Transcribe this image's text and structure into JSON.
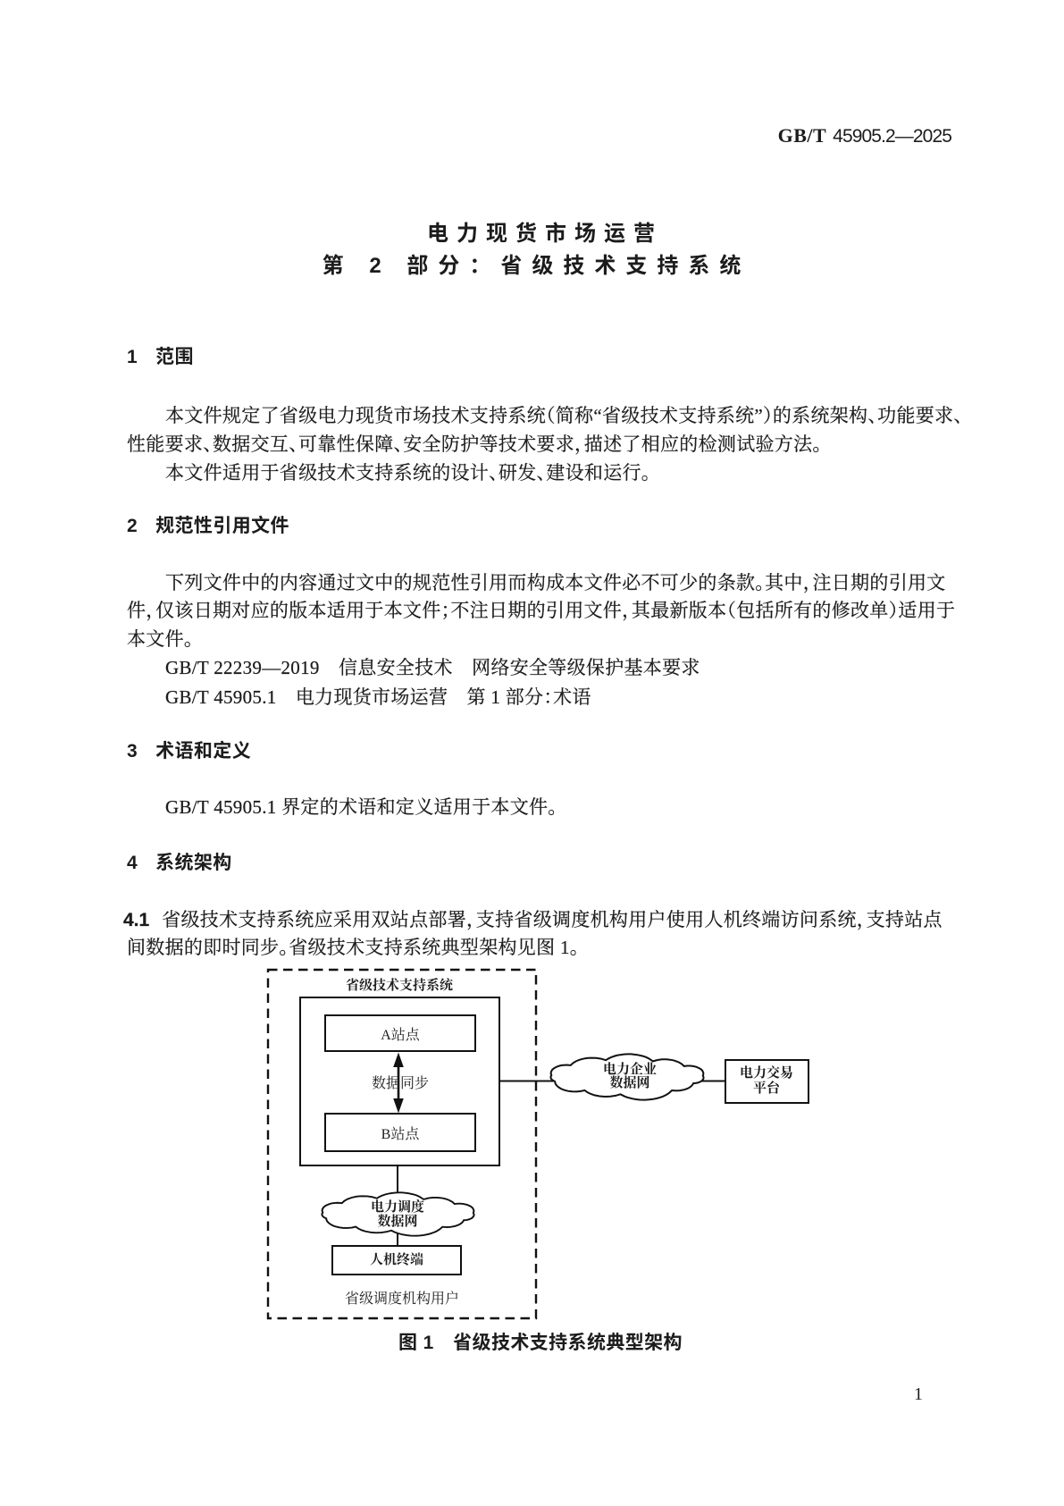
{
  "document": {
    "standard_code_prefix": "GB/T",
    "standard_code_number": "45905.2—2025",
    "page_number": "1",
    "title_line1": "电力现货市场运营",
    "title_line2": "第 2 部分：省级技术支持系统"
  },
  "sections": [
    {
      "number": "1",
      "heading": "范围",
      "lines": [
        {
          "text": "本文件规定了省级电力现货市场技术支持系统（简称“省级技术支持系统”）的系统架构、功能要求、"
        },
        {
          "text": "性能要求、数据交互、可靠性保障、安全防护等技术要求，描述了相应的检测试验方法。"
        },
        {
          "text": "本文件适用于省级技术支持系统的设计、研发、建设和运行。"
        }
      ]
    },
    {
      "number": "2",
      "heading": "规范性引用文件",
      "lines": [
        {
          "text": "下列文件中的内容通过文中的规范性引用而构成本文件必不可少的条款。其中，注日期的引用文"
        },
        {
          "text": "件，仅该日期对应的版本适用于本文件；不注日期的引用文件，其最新版本（包括所有的修改单）适用于"
        },
        {
          "text": "本文件。"
        },
        {
          "text": "GB/T 22239—2019　信息安全技术　网络安全等级保护基本要求"
        },
        {
          "text": "GB/T 45905.1　电力现货市场运营　第 1 部分：术语"
        }
      ]
    },
    {
      "number": "3",
      "heading": "术语和定义",
      "lines": [
        {
          "text": "GB/T 45905.1 界定的术语和定义适用于本文件。"
        }
      ]
    },
    {
      "number": "4",
      "heading": "系统架构",
      "lines": []
    }
  ],
  "clause41": {
    "number": "4.1",
    "line1": "省级技术支持系统应采用双站点部署，支持省级调度机构用户使用人机终端访问系统，支持站点",
    "line2": "间数据的即时同步。省级技术支持系统典型架构见图 1。"
  },
  "figure": {
    "caption": "图 1　省级技术支持系统典型架构",
    "system_label": "省级技术支持系统",
    "site_a": "A站点",
    "sync_label": "数据同步",
    "site_b": "B站点",
    "enterprise_cloud_line1": "电力企业",
    "enterprise_cloud_line2": "数据网",
    "trading_platform_line1": "电力交易",
    "trading_platform_line2": "平台",
    "dispatch_cloud_line1": "电力调度",
    "dispatch_cloud_line2": "数据网",
    "terminal": "人机终端",
    "user_label": "省级调度机构用户"
  },
  "colors": {
    "page_background": "#ffffff",
    "ink": "#1c1c1c",
    "line": "#111111"
  }
}
